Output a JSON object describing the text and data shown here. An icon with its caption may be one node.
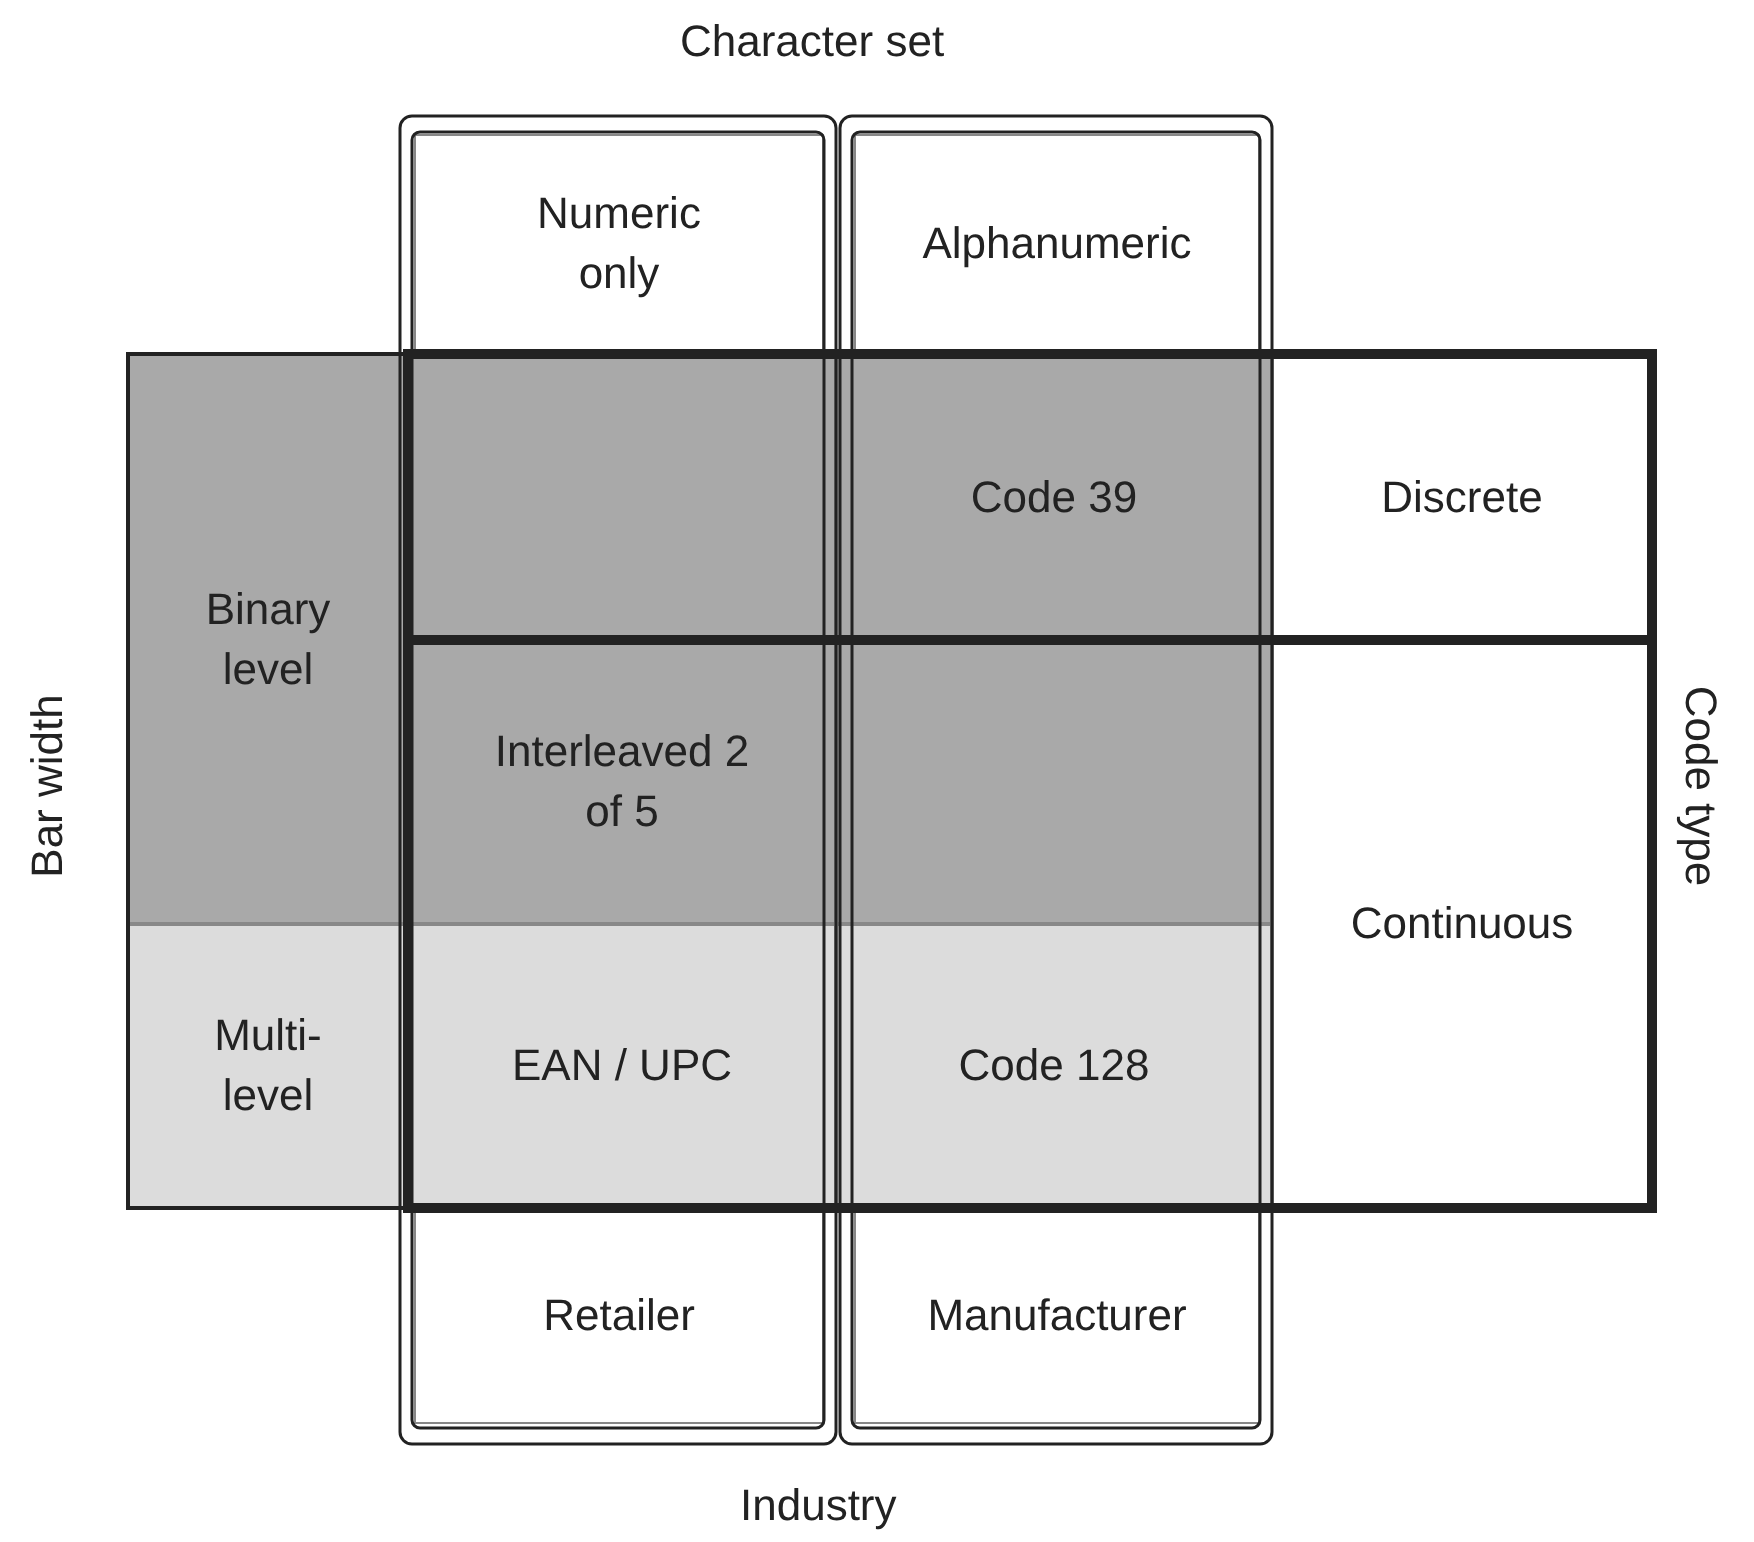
{
  "diagram": {
    "nodes": [
      {
        "text": [
          "Numeric only"
        ]
      },
      {
        "text": [
          "Alphanumeric"
        ]
      },
      {
        "text": [
          "Binary level"
        ]
      },
      {
        "text": [],
        "shape": "box"
      },
      {
        "text": [
          "Code 39"
        ]
      },
      {
        "text": [
          "Discrete"
        ]
      },
      {
        "text": [
          "Interleaved 2 of 5"
        ]
      },
      {
        "text": [],
        "shape": "box"
      },
      {
        "text": [
          "Continuous"
        ]
      },
      {
        "text": [
          "Multi-level"
        ]
      },
      {
        "text": [
          "EAN / UPC"
        ]
      },
      {
        "text": [
          "Code 128"
        ]
      },
      {
        "text": [
          "Retailer"
        ]
      },
      {
        "text": [
          "Manufacturer"
        ]
      }
    ],
    "labels": [
      "Character set",
      "Bar width",
      "Code type",
      "Industry"
    ]
  }
}
